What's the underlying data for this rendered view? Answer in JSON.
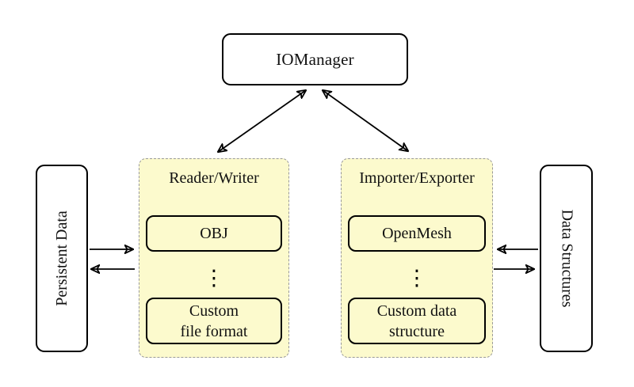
{
  "colors": {
    "background": "#ffffff",
    "group_fill": "#fcfacd",
    "group_border": "#999999",
    "node_border": "#000000",
    "node_fill": "#ffffff",
    "arrow": "#000000"
  },
  "nodes": {
    "iomanager": {
      "label": "IOManager"
    },
    "persistent_data": {
      "label": "Persistent Data"
    },
    "data_structures": {
      "label": "Data Structures"
    }
  },
  "groups": {
    "reader_writer": {
      "title": "Reader/Writer",
      "top_item": "OBJ",
      "ellipsis": "⋮",
      "bottom_item_line1": "Custom",
      "bottom_item_line2": "file format"
    },
    "importer_exporter": {
      "title": "Importer/Exporter",
      "top_item": "OpenMesh",
      "ellipsis": "⋮",
      "bottom_item_line1": "Custom data",
      "bottom_item_line2": "structure"
    }
  },
  "edges": [
    {
      "from": "IOManager",
      "to": "Reader/Writer",
      "direction": "bidirectional"
    },
    {
      "from": "IOManager",
      "to": "Importer/Exporter",
      "direction": "bidirectional"
    },
    {
      "from": "Persistent Data",
      "to": "Reader/Writer",
      "direction": "forward"
    },
    {
      "from": "Reader/Writer",
      "to": "Persistent Data",
      "direction": "forward"
    },
    {
      "from": "Data Structures",
      "to": "Importer/Exporter",
      "direction": "forward"
    },
    {
      "from": "Importer/Exporter",
      "to": "Data Structures",
      "direction": "forward"
    }
  ]
}
